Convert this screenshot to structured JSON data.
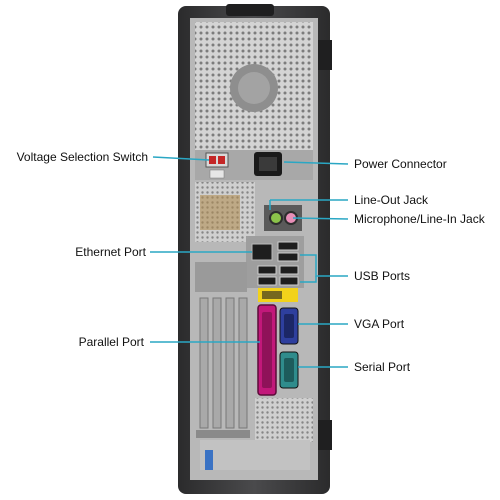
{
  "labels": {
    "voltage_switch": "Voltage Selection Switch",
    "ethernet_port": "Ethernet Port",
    "parallel_port": "Parallel Port",
    "power_connector": "Power Connector",
    "line_out_jack": "Line-Out Jack",
    "mic_line_in_jack": "Microphone/Line-In Jack",
    "usb_ports": "USB Ports",
    "vga_port": "VGA Port",
    "serial_port": "Serial Port"
  },
  "colors": {
    "leader_line": "#2aa7c4",
    "case_dark": "#3c3c3e",
    "case_light": "#5a5a5c",
    "panel": "#c9c9c9",
    "line_out": "#8bc34a",
    "mic_in": "#e88fb8",
    "vga": "#2e3f9e",
    "serial": "#2f8c8c",
    "parallel": "#c2187a",
    "usb_label": "#f2d21b",
    "voltage_red": "#c42727"
  }
}
